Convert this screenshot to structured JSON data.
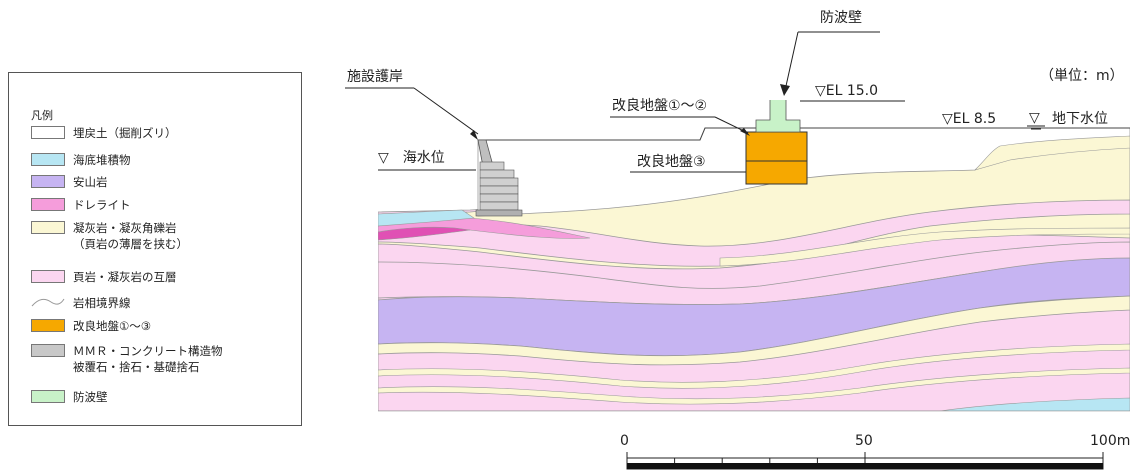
{
  "legend": {
    "title": "凡例",
    "items": [
      {
        "label": "埋戻土（掘削ズリ）",
        "color": "#ffffff",
        "kind": "box"
      },
      {
        "label": "海底堆積物",
        "color": "#b7e6f3",
        "kind": "box"
      },
      {
        "label": "安山岩",
        "color": "#c6b4f2",
        "kind": "box"
      },
      {
        "label": "ドレライト",
        "color": "#f59ddb",
        "kind": "box"
      },
      {
        "label": "凝灰岩・凝灰角礫岩\n（頁岩の薄層を挟む）",
        "color": "#fbf7d4",
        "kind": "box"
      },
      {
        "label": "頁岩・凝灰岩の互層",
        "color": "#fbd6f0",
        "kind": "box"
      },
      {
        "label": "岩相境界線",
        "color": "#999999",
        "kind": "line"
      },
      {
        "label": "改良地盤①～③",
        "color": "#f6a800",
        "kind": "box"
      },
      {
        "label": "ＭＭＲ・コンクリート構造物\n被覆石・捨石・基礎捨石",
        "color": "#c8c8c8",
        "kind": "box"
      },
      {
        "label": "防波壁",
        "color": "#c8f2c8",
        "kind": "box"
      }
    ]
  },
  "section": {
    "unit_label": "（単位：m）",
    "seawall_label": "施設護岸",
    "breakwater_label": "防波壁",
    "ground12_label": "改良地盤①～②",
    "ground3_label": "改良地盤③",
    "el15_label": "▽EL 15.0",
    "el85_label": "▽EL 8.5",
    "sea_level_label": "▽　海水位",
    "groundwater_symbol": "▽",
    "groundwater_label": "地下水位"
  },
  "scale": {
    "tick0": "0",
    "tick50": "50",
    "tick100": "100m"
  }
}
